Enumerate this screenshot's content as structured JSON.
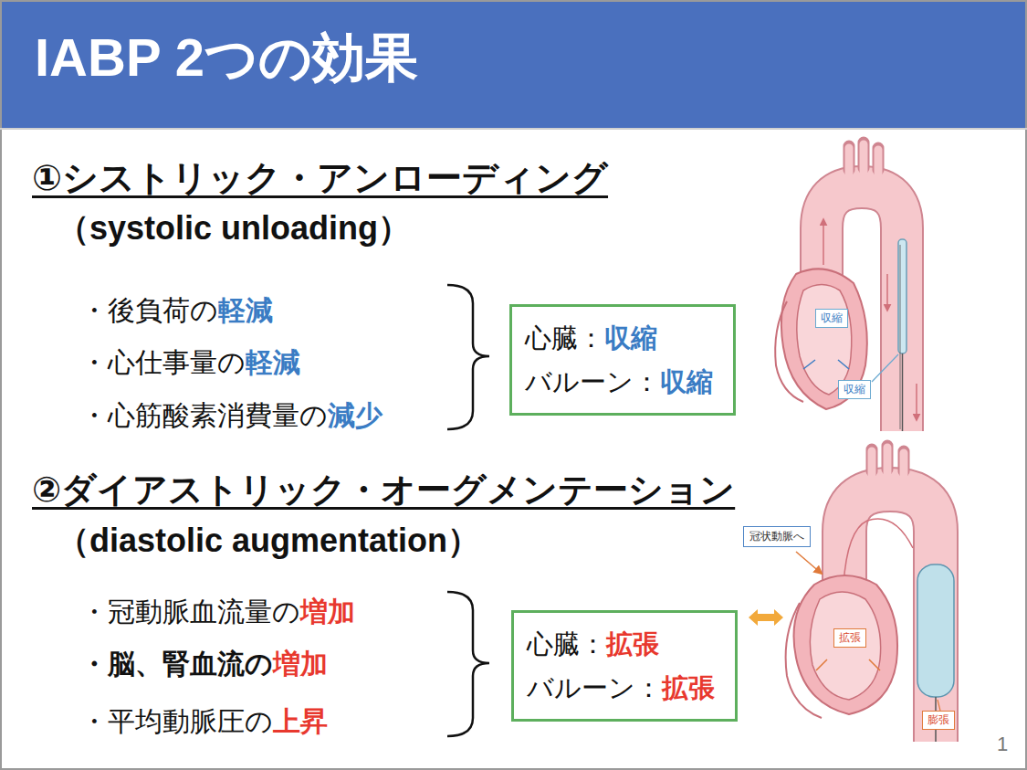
{
  "diagram": {
    "title": "IABP 2つの効果",
    "nodes": [
      {
        "text": [
          "心臓：",
          "収縮",
          "バルーン：",
          "収縮"
        ]
      },
      {
        "text": [
          "心臓：",
          "拡張",
          "バルーン：",
          "拡張"
        ]
      },
      {
        "text": [
          "収縮"
        ]
      },
      {
        "text": [
          "収縮"
        ]
      },
      {
        "text": [
          "冠状動脈へ"
        ]
      },
      {
        "text": [
          "拡張"
        ]
      },
      {
        "text": [
          "膨張"
        ]
      }
    ],
    "labels": [
      "①シストリック・アンローディング",
      "（systolic unloading）",
      "・後負荷の",
      "軽減",
      "・心仕事量の",
      "軽減",
      "・心筋酸素消費量の",
      "減少",
      "②ダイアストリック・オーグメンテーション",
      "（diastolic augmentation）",
      "・冠動脈血流量の",
      "増加",
      "・脳、腎血流の",
      "増加",
      "・平均動脈圧の",
      "上昇",
      "1"
    ]
  }
}
